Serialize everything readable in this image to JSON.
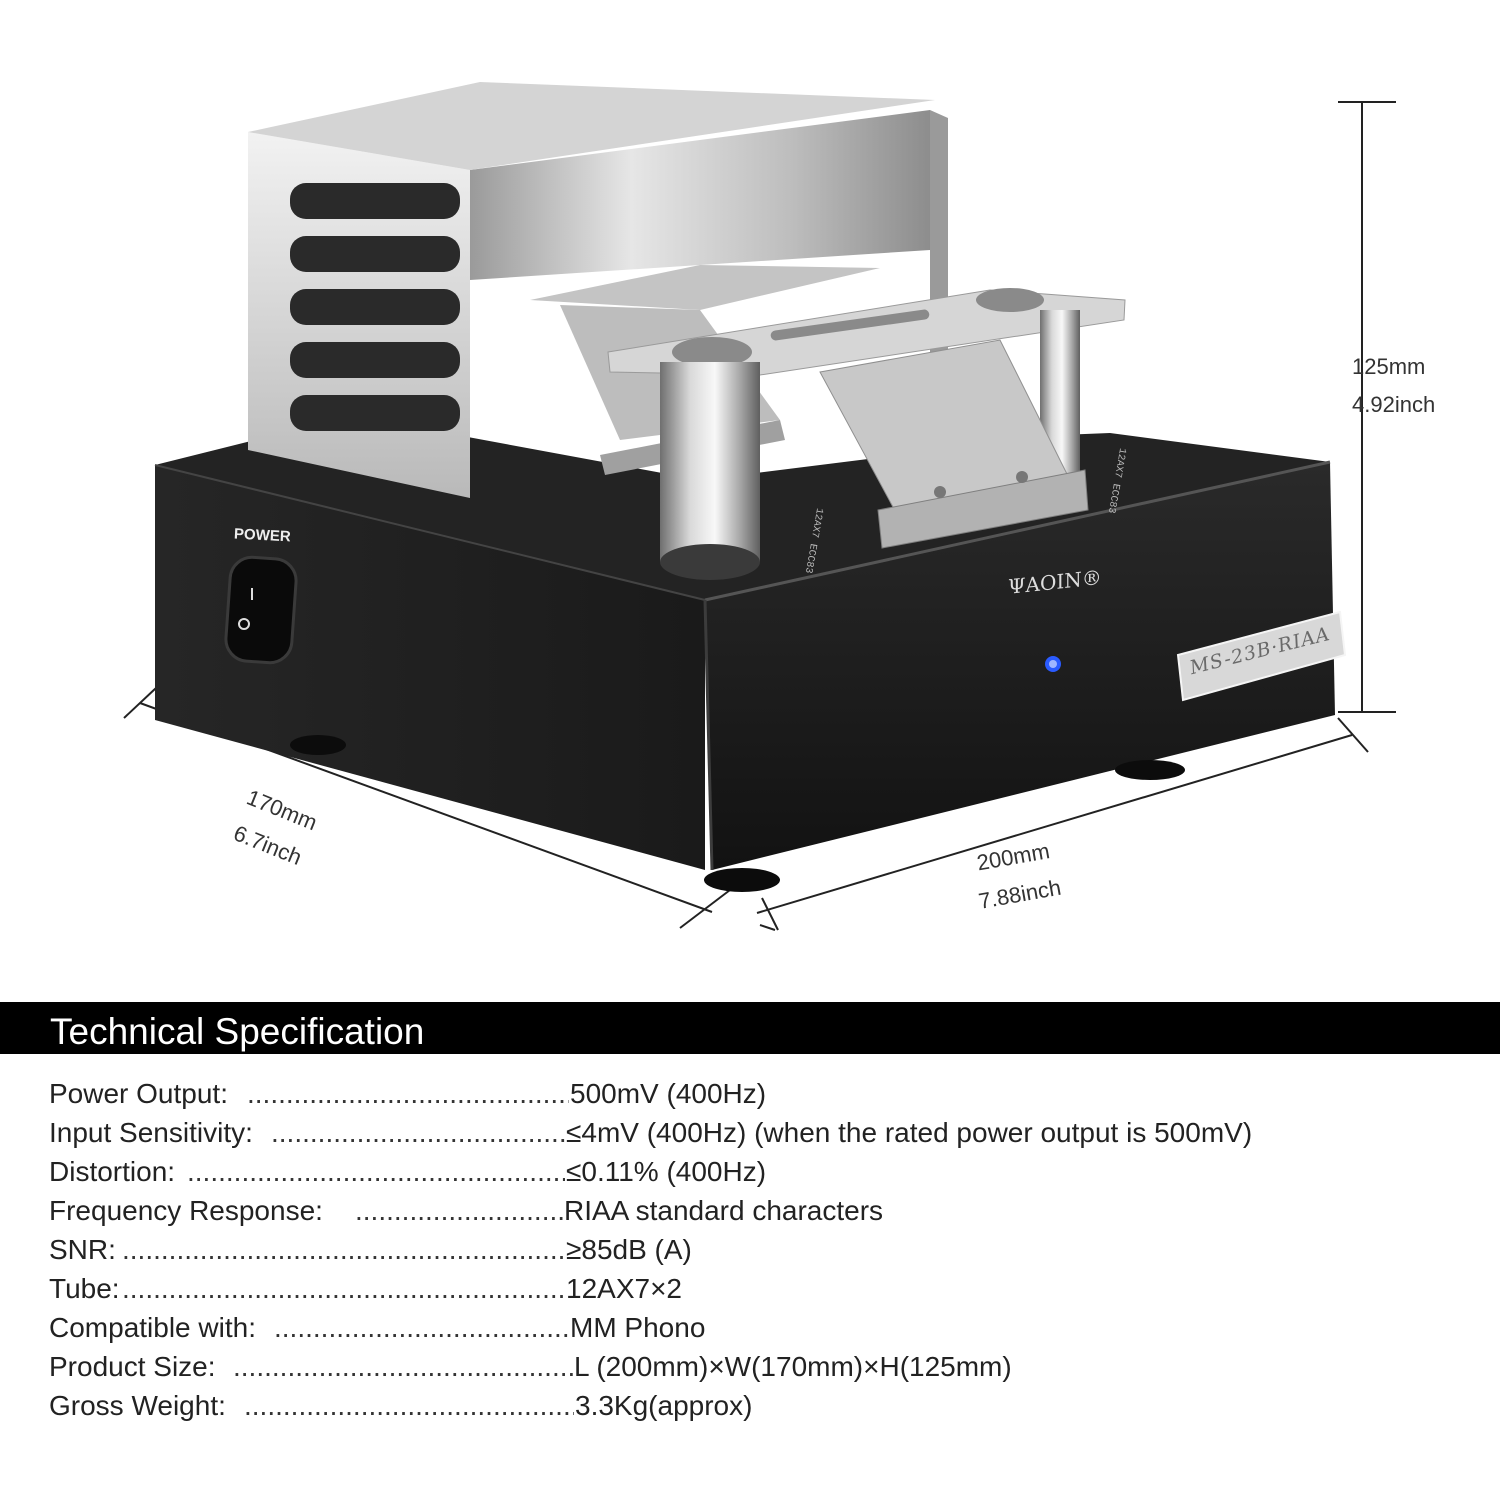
{
  "product": {
    "power_label": "POWER",
    "brand": "AOIN®",
    "brand_symbol": "Ψ",
    "model": "MS-23B·RIAA",
    "tube_label": "12AX7 ECC83",
    "colors": {
      "chassis": "#1b1b1b",
      "metal": "#c9c9c9",
      "led": "#2a5bff"
    }
  },
  "dimensions": {
    "height_mm": "125mm",
    "height_inch": "4.92inch",
    "depth_mm": "170mm",
    "depth_inch": "6.7inch",
    "width_mm": "200mm",
    "width_inch": "7.88inch"
  },
  "spec": {
    "title": "Technical Specification",
    "rows": [
      {
        "label": "Power Output:",
        "value": "500mV (400Hz)"
      },
      {
        "label": "Input Sensitivity:",
        "value": "≤4mV (400Hz) (when the rated power output is 500mV)"
      },
      {
        "label": "Distortion:",
        "value": "≤0.11% (400Hz)"
      },
      {
        "label": "Frequency Response:",
        "value": "RIAA standard characters"
      },
      {
        "label": "SNR:",
        "value": "≥85dB (A)"
      },
      {
        "label": "Tube:",
        "value": "12AX7×2"
      },
      {
        "label": "Compatible with:",
        "value": "MM Phono"
      },
      {
        "label": "Product Size:",
        "value": "L (200mm)×W(170mm)×H(125mm)"
      },
      {
        "label": "Gross Weight:",
        "value": "3.3Kg(approx)"
      }
    ]
  }
}
